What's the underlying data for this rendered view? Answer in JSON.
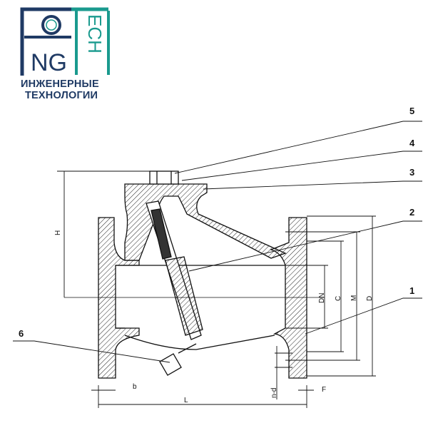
{
  "logo": {
    "letters": [
      "O",
      "NG",
      "TECH"
    ],
    "line1": "ИНЖЕНЕРНЫЕ",
    "line2": "ТЕХНОЛОГИИ",
    "colors": {
      "dark": "#1f3a64",
      "teal": "#1a9a8e"
    }
  },
  "drawing": {
    "callouts": [
      "1",
      "2",
      "3",
      "4",
      "5",
      "6"
    ],
    "dimensions": {
      "H": "H",
      "L": "L",
      "b": "b",
      "F": "F",
      "DN": "DN",
      "C": "C",
      "M": "M",
      "D": "D",
      "nd": "n-d"
    }
  }
}
